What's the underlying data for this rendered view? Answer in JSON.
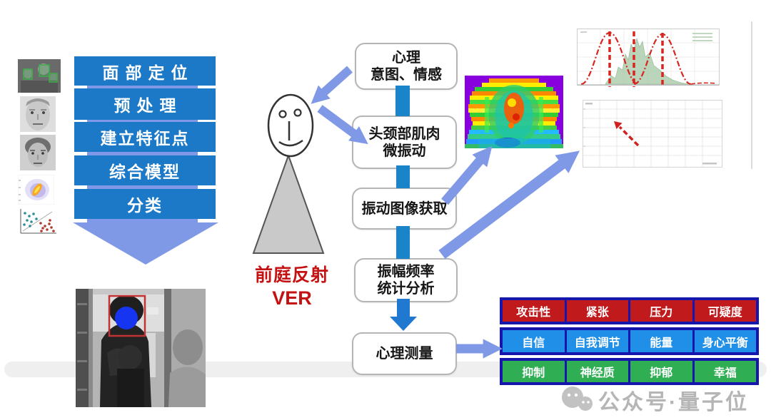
{
  "pipeline": {
    "steps": [
      "面部定位",
      "预处理",
      "建立特征点",
      "综合模型",
      "分类"
    ],
    "thumbnails": [
      "crowd-face-detection-photo",
      "male-face-photo",
      "female-face-landmarks-photo",
      "feature-heatmap-plot",
      "classification-scatter-plot"
    ],
    "result_image": "surveillance-face-detection-photo"
  },
  "subject": {
    "figure": "stick-person",
    "title": "前庭反射",
    "subtitle": "VER"
  },
  "flow": [
    {
      "lines": [
        "心理",
        "意图、情感"
      ]
    },
    {
      "lines": [
        "头颈部肌肉",
        "微振动"
      ]
    },
    {
      "lines": [
        "振动图像获取"
      ]
    },
    {
      "lines": [
        "振幅频率",
        "统计分析"
      ]
    },
    {
      "lines": [
        "心理测量"
      ]
    }
  ],
  "results": {
    "rows": [
      {
        "color": "#c01a1d",
        "items": [
          "攻击性",
          "紧张",
          "压力",
          "可疑度"
        ]
      },
      {
        "color": "#1f8fe8",
        "items": [
          "自信",
          "自我调节",
          "能量",
          "身心平衡"
        ]
      },
      {
        "color": "#2fae53",
        "items": [
          "抑制",
          "神经质",
          "抑郁",
          "幸福"
        ]
      }
    ]
  },
  "chart_data": [
    {
      "type": "area",
      "title": "",
      "description": "green amplitude histogram with two red dash-dot gaussian fit curves and red dashed vertical lines at the two peaks and midline",
      "legend_position": "top-right",
      "legend": "illegible",
      "tick_labels": "illegible",
      "grid": true
    },
    {
      "type": "line",
      "title": "",
      "description": "empty grid plot containing a short red dashed arrow pointing up-left",
      "tick_labels": "illegible",
      "grid": true
    }
  ],
  "vibraimage": "rainbow-striped-thermal-face-image",
  "watermark": {
    "icon": "wechat-bubbles-icon",
    "text": "公众号·量子位"
  },
  "colors": {
    "pipeline_box_blue": "#1b79c8",
    "arrow_periwinkle": "#8099e6",
    "connector_blue": "#1a84ca",
    "label_red": "#c41111",
    "row_red": "#c01a1d",
    "row_blue": "#1f8fe8",
    "row_green": "#2fae53",
    "grid_border_navy": "#1616ac",
    "thermal_purple": "#8800dd"
  }
}
